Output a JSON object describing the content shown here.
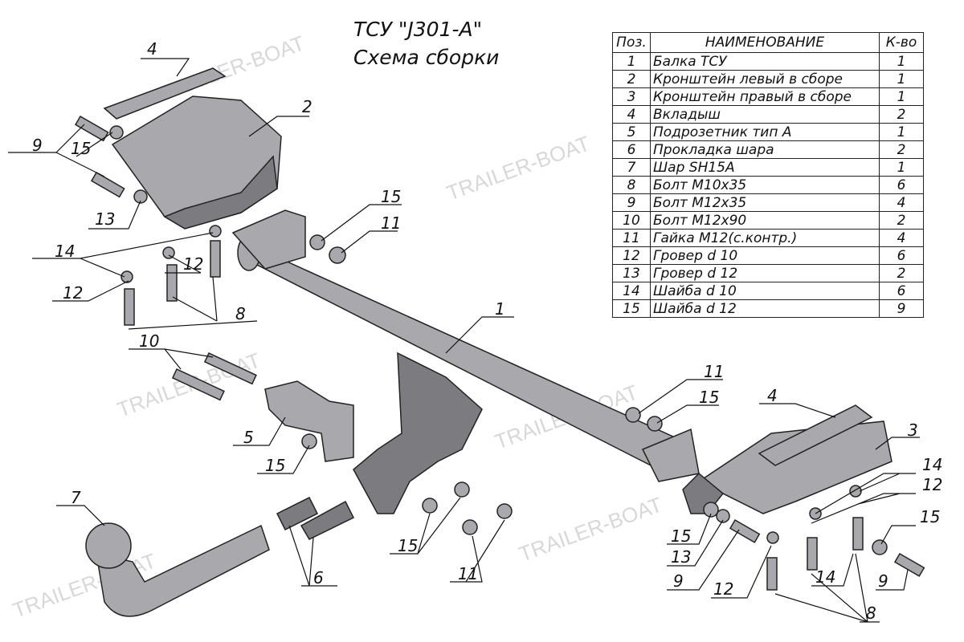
{
  "title": {
    "line1": "ТСУ \"J301-A\"",
    "line2": "Схема сборки"
  },
  "watermark": "TRAILER-BOAT",
  "bom": {
    "headers": {
      "pos": "Поз.",
      "name": "НАИМЕНОВАНИЕ",
      "qty": "К-во"
    },
    "rows": [
      {
        "pos": "1",
        "name": "Балка ТСУ",
        "qty": "1"
      },
      {
        "pos": "2",
        "name": "Кронштейн левый в сборе",
        "qty": "1"
      },
      {
        "pos": "3",
        "name": "Кронштейн правый в сборе",
        "qty": "1"
      },
      {
        "pos": "4",
        "name": "Вкладыш",
        "qty": "2"
      },
      {
        "pos": "5",
        "name": "Подрозетник тип А",
        "qty": "1"
      },
      {
        "pos": "6",
        "name": "Прокладка шара",
        "qty": "2"
      },
      {
        "pos": "7",
        "name": "Шар SH15A",
        "qty": "1"
      },
      {
        "pos": "8",
        "name": "Болт М10х35",
        "qty": "6"
      },
      {
        "pos": "9",
        "name": "Болт М12х35",
        "qty": "4"
      },
      {
        "pos": "10",
        "name": "Болт М12х90",
        "qty": "2"
      },
      {
        "pos": "11",
        "name": "Гайка М12(с.контр.)",
        "qty": "4"
      },
      {
        "pos": "12",
        "name": "Гровер d 10",
        "qty": "6"
      },
      {
        "pos": "13",
        "name": "Гровер d 12",
        "qty": "2"
      },
      {
        "pos": "14",
        "name": "Шайба d 10",
        "qty": "6"
      },
      {
        "pos": "15",
        "name": "Шайба d 12",
        "qty": "9"
      }
    ]
  },
  "callouts": [
    "4",
    "2",
    "9",
    "15",
    "13",
    "14",
    "12",
    "12",
    "8",
    "10",
    "15",
    "11",
    "1",
    "11",
    "15",
    "5",
    "15",
    "4",
    "3",
    "7",
    "6",
    "15",
    "11",
    "14",
    "12",
    "15",
    "15",
    "13",
    "9",
    "12",
    "14",
    "9",
    "8"
  ]
}
